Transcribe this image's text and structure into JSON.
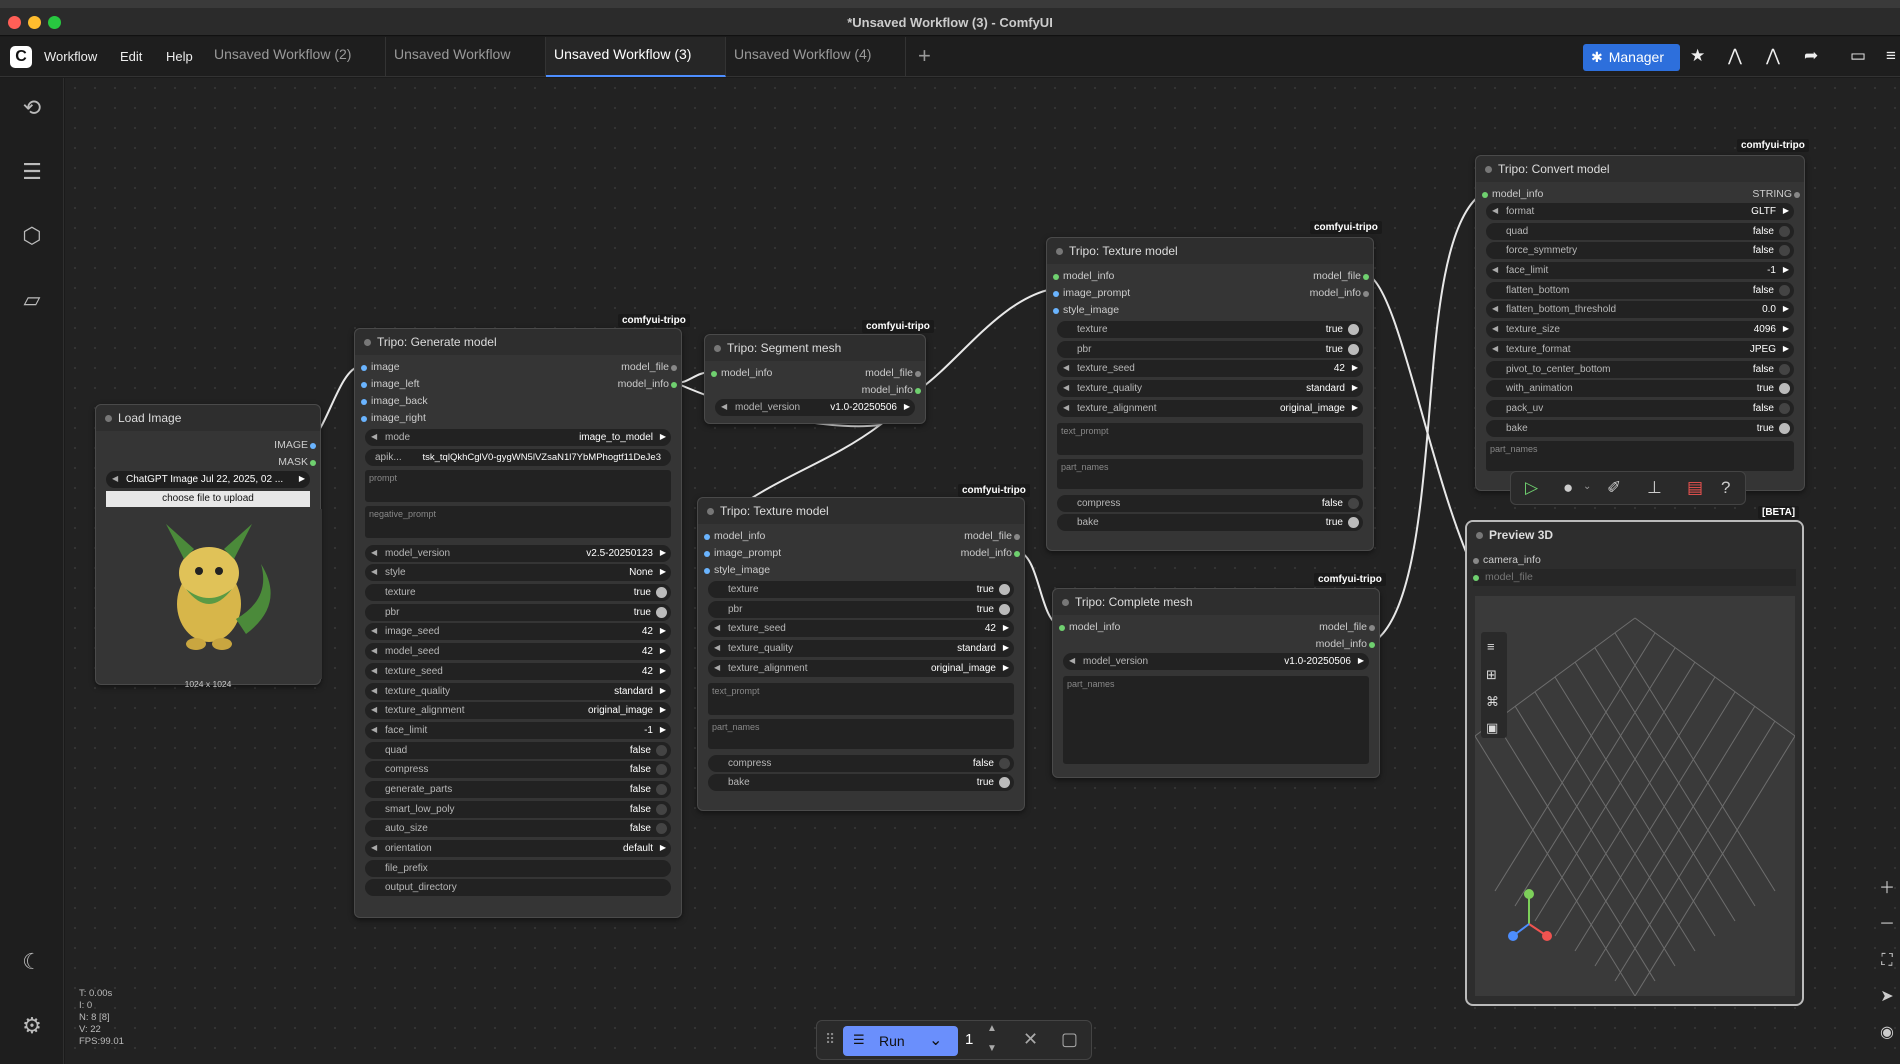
{
  "window": {
    "title": "*Unsaved Workflow (3) - ComfyUI"
  },
  "menu": {
    "logo": "C",
    "items": [
      "Workflow",
      "Edit",
      "Help"
    ]
  },
  "tabs": [
    {
      "label": "Unsaved Workflow (2)"
    },
    {
      "label": "Unsaved Workflow"
    },
    {
      "label": "Unsaved Workflow (3)"
    },
    {
      "label": "Unsaved Workflow (4)"
    }
  ],
  "toolbar": {
    "manager_label": "Manager"
  },
  "sidebar_icons": [
    "history-icon",
    "queue-icon",
    "model-library-icon",
    "workflows-folder-icon",
    "theme-moon-icon",
    "settings-gear-icon"
  ],
  "load_image": {
    "title": "Load Image",
    "outputs": [
      "IMAGE",
      "MASK"
    ],
    "image_name": "ChatGPT Image Jul 22, 2025, 02 ...",
    "upload_label": "choose file to upload",
    "dimensions": "1024 x 1024"
  },
  "generate_model": {
    "title": "Tripo: Generate model",
    "badge": "comfyui-tripo",
    "inputs": [
      "image",
      "image_left",
      "image_back",
      "image_right"
    ],
    "outputs": [
      "model_file",
      "model_info"
    ],
    "mode": {
      "label": "mode",
      "value": "image_to_model"
    },
    "apikey": {
      "label": "apik...",
      "value": "tsk_tqlQkhCglV0-gygWN5lVZsaN1l7YbMPhogtf11DeJe3"
    },
    "prompt_placeholder": "prompt",
    "negative_placeholder": "negative_prompt",
    "widgets": [
      {
        "label": "model_version",
        "value": "v2.5-20250123",
        "kind": "combo"
      },
      {
        "label": "style",
        "value": "None",
        "kind": "combo"
      },
      {
        "label": "texture",
        "value": "true",
        "kind": "bool"
      },
      {
        "label": "pbr",
        "value": "true",
        "kind": "bool"
      },
      {
        "label": "image_seed",
        "value": "42",
        "kind": "num"
      },
      {
        "label": "model_seed",
        "value": "42",
        "kind": "num"
      },
      {
        "label": "texture_seed",
        "value": "42",
        "kind": "num"
      },
      {
        "label": "texture_quality",
        "value": "standard",
        "kind": "combo"
      },
      {
        "label": "texture_alignment",
        "value": "original_image",
        "kind": "combo"
      },
      {
        "label": "face_limit",
        "value": "-1",
        "kind": "num"
      },
      {
        "label": "quad",
        "value": "false",
        "kind": "boolf"
      },
      {
        "label": "compress",
        "value": "false",
        "kind": "boolf"
      },
      {
        "label": "generate_parts",
        "value": "false",
        "kind": "boolf"
      },
      {
        "label": "smart_low_poly",
        "value": "false",
        "kind": "boolf"
      },
      {
        "label": "auto_size",
        "value": "false",
        "kind": "boolf"
      },
      {
        "label": "orientation",
        "value": "default",
        "kind": "combo"
      },
      {
        "label": "file_prefix",
        "value": "",
        "kind": "text"
      },
      {
        "label": "output_directory",
        "value": "",
        "kind": "text"
      }
    ]
  },
  "segment_mesh": {
    "title": "Tripo: Segment mesh",
    "badge": "comfyui-tripo",
    "inputs": [
      "model_info"
    ],
    "outputs": [
      "model_file",
      "model_info"
    ],
    "model_version": {
      "label": "model_version",
      "value": "v1.0-20250506"
    }
  },
  "texture_model_top": {
    "title": "Tripo: Texture model",
    "badge": "comfyui-tripo",
    "inputs": [
      "model_info",
      "image_prompt",
      "style_image"
    ],
    "outputs": [
      "model_file",
      "model_info"
    ],
    "widgets": [
      {
        "label": "texture",
        "value": "true",
        "kind": "bool"
      },
      {
        "label": "pbr",
        "value": "true",
        "kind": "bool"
      },
      {
        "label": "texture_seed",
        "value": "42",
        "kind": "num"
      },
      {
        "label": "texture_quality",
        "value": "standard",
        "kind": "combo"
      },
      {
        "label": "texture_alignment",
        "value": "original_image",
        "kind": "combo"
      }
    ],
    "text_prompt": "text_prompt",
    "part_names": "part_names",
    "bottom": [
      {
        "label": "compress",
        "value": "false",
        "kind": "boolf"
      },
      {
        "label": "bake",
        "value": "true",
        "kind": "bool"
      }
    ]
  },
  "texture_model_mid": {
    "title": "Tripo: Texture model",
    "badge": "comfyui-tripo",
    "inputs": [
      "model_info",
      "image_prompt",
      "style_image"
    ],
    "outputs": [
      "model_file",
      "model_info"
    ],
    "widgets": [
      {
        "label": "texture",
        "value": "true",
        "kind": "bool"
      },
      {
        "label": "pbr",
        "value": "true",
        "kind": "bool"
      },
      {
        "label": "texture_seed",
        "value": "42",
        "kind": "num"
      },
      {
        "label": "texture_quality",
        "value": "standard",
        "kind": "combo"
      },
      {
        "label": "texture_alignment",
        "value": "original_image",
        "kind": "combo"
      }
    ],
    "text_prompt": "text_prompt",
    "part_names": "part_names",
    "bottom": [
      {
        "label": "compress",
        "value": "false",
        "kind": "boolf"
      },
      {
        "label": "bake",
        "value": "true",
        "kind": "bool"
      }
    ]
  },
  "complete_mesh": {
    "title": "Tripo: Complete mesh",
    "badge": "comfyui-tripo",
    "inputs": [
      "model_info"
    ],
    "outputs": [
      "model_file",
      "model_info"
    ],
    "model_version": {
      "label": "model_version",
      "value": "v1.0-20250506"
    },
    "part_names": "part_names"
  },
  "convert_model": {
    "title": "Tripo: Convert model",
    "badge": "comfyui-tripo",
    "input": "model_info",
    "output": "STRING",
    "widgets": [
      {
        "label": "format",
        "value": "GLTF",
        "kind": "combo"
      },
      {
        "label": "quad",
        "value": "false",
        "kind": "boolf"
      },
      {
        "label": "force_symmetry",
        "value": "false",
        "kind": "boolf"
      },
      {
        "label": "face_limit",
        "value": "-1",
        "kind": "num"
      },
      {
        "label": "flatten_bottom",
        "value": "false",
        "kind": "boolf"
      },
      {
        "label": "flatten_bottom_threshold",
        "value": "0.0",
        "kind": "num"
      },
      {
        "label": "texture_size",
        "value": "4096",
        "kind": "num"
      },
      {
        "label": "texture_format",
        "value": "JPEG",
        "kind": "combo"
      },
      {
        "label": "pivot_to_center_bottom",
        "value": "false",
        "kind": "boolf"
      },
      {
        "label": "with_animation",
        "value": "true",
        "kind": "bool"
      },
      {
        "label": "pack_uv",
        "value": "false",
        "kind": "boolf"
      },
      {
        "label": "bake",
        "value": "true",
        "kind": "bool"
      }
    ],
    "part_names": "part_names"
  },
  "preview3d": {
    "title": "Preview 3D",
    "badge": "[BETA]",
    "inputs": [
      "camera_info",
      "model_file"
    ]
  },
  "runbar": {
    "run_label": "Run",
    "batch_count": "1"
  },
  "stats": [
    "T: 0.00s",
    "I: 0",
    "N: 8 [8]",
    "V: 22",
    "FPS:99.01"
  ],
  "colors": {
    "accent": "#2d6fdc",
    "run": "#6a8ffc",
    "link": "#e8e8e8",
    "slot_in": "#6ab4ff",
    "slot_out": "#6fd06f"
  }
}
